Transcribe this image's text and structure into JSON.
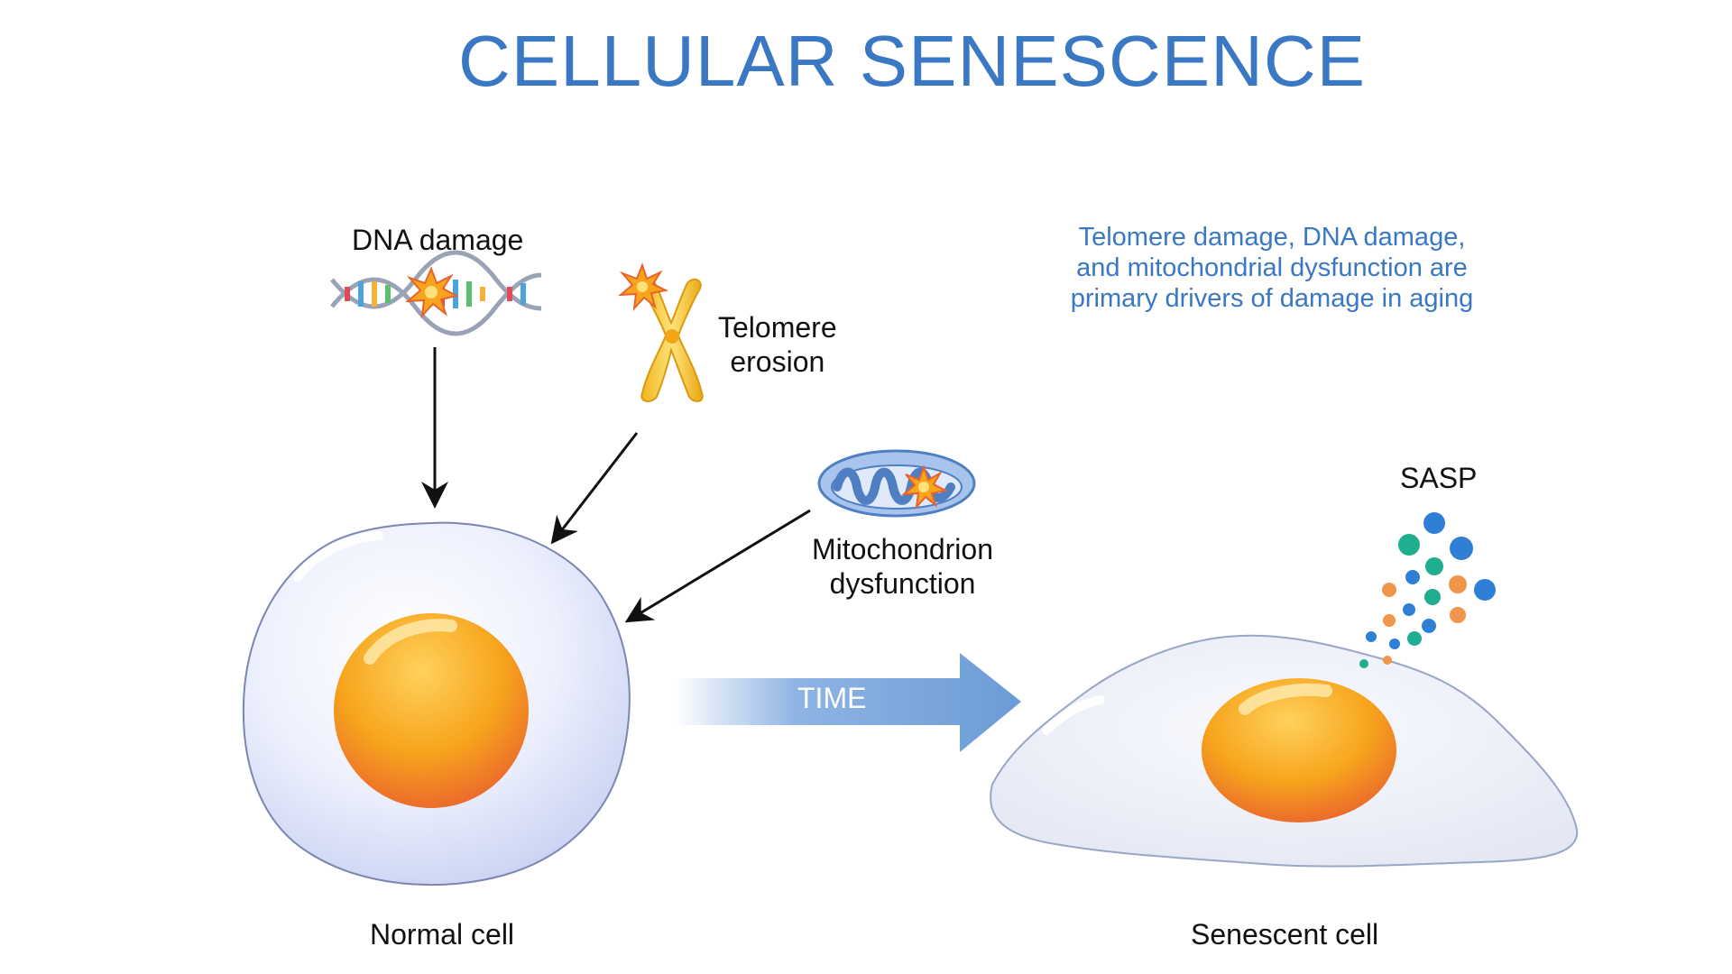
{
  "title": "CELLULAR SENESCENCE",
  "labels": {
    "dna_damage": "DNA damage",
    "telomere": [
      "Telomere",
      "erosion"
    ],
    "mitochondrion": [
      "Mitochondrion",
      "dysfunction"
    ],
    "time": "TIME",
    "normal_cell": "Normal cell",
    "senescent_cell": "Senescent cell",
    "sasp": "SASP"
  },
  "note": [
    "Telomere damage, DNA damage,",
    "and mitochondrial dysfunction are",
    "primary drivers of damage in aging"
  ],
  "colors": {
    "title_blue": "#3a78c4",
    "arrow_blue": "#6b9bd6",
    "nucleus_orange": "#f5a623",
    "cell_lavender": "#e8ecfb",
    "sasp_blue": "#2f7fd6",
    "sasp_teal": "#1fae8e",
    "sasp_orange": "#f0964a"
  }
}
